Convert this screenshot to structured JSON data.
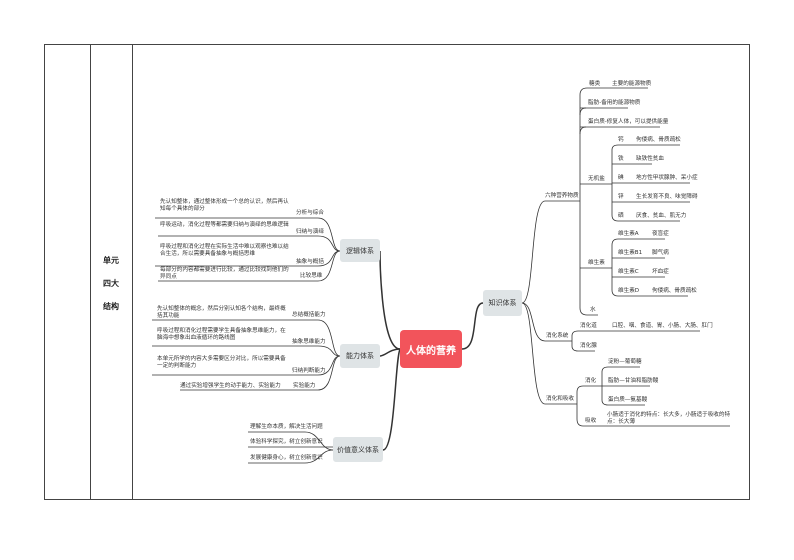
{
  "side": {
    "l1": "单元",
    "l2": "四大",
    "l3": "结构"
  },
  "center": "人体的营养",
  "logic": {
    "title": "逻辑体系",
    "items": [
      {
        "desc": "先认知整体，通过整体形成一个总的认识，然后再认知每个具体的部分",
        "label": "分析与综合"
      },
      {
        "desc": "呼吸运动，消化过程等都需要归纳与演绎的思维逻辑",
        "label": "归纳与演绎"
      },
      {
        "desc": "呼吸过程和消化过程在实际生活中难以观察也难以结合生活，所以需要具备抽象与概括思维",
        "label": "抽象与概括"
      },
      {
        "desc": "每部分的内容都需要进行比较，通过比较找到他们的异同点",
        "label": "比较思维"
      }
    ]
  },
  "ability": {
    "title": "能力体系",
    "items": [
      {
        "desc": "先认知整体的概念，然后分别认知各个结构，最终概括其功能",
        "label": "总结概括能力"
      },
      {
        "desc": "呼吸过程和消化过程需要学生具备抽象思维能力，在脑海中想象出血液循环的路线图",
        "label": "抽象思维能力"
      },
      {
        "desc": "本单元所学的内容大多需要区分对比，所以需要具备一定的判断能力",
        "label": "归纳判断能力"
      },
      {
        "desc": "通过实验增强学生的动手能力、实验能力",
        "label": "实验能力"
      }
    ]
  },
  "value": {
    "title": "价值意义体系",
    "items": [
      "理解生命本质，解决生活问题",
      "体验科学探究，树立创新意识",
      "发展健康身心，树立创新意识"
    ]
  },
  "knowledge": {
    "title": "知识体系",
    "nutrients": {
      "title": "六种营养物质",
      "sugar": {
        "name": "糖类",
        "desc": "主要的能源物质"
      },
      "fat": "脂肪-备用的能源物质",
      "protein": "蛋白质-修复人体，可以提供能量",
      "minerals": {
        "name": "无机盐",
        "items": [
          {
            "n": "钙",
            "d": "佝偻病、骨质疏松"
          },
          {
            "n": "铁",
            "d": "缺铁性贫血"
          },
          {
            "n": "碘",
            "d": "地方性甲状腺肿、呆小症"
          },
          {
            "n": "锌",
            "d": "生长发育不良、味觉障碍"
          },
          {
            "n": "硒",
            "d": "厌食、贫血、肌无力"
          }
        ]
      },
      "vitamins": {
        "name": "维生素",
        "items": [
          {
            "n": "维生素A",
            "d": "夜盲症"
          },
          {
            "n": "维生素B1",
            "d": "脚气病"
          },
          {
            "n": "维生素C",
            "d": "坏血症"
          },
          {
            "n": "维生素D",
            "d": "佝偻病、骨质疏松"
          }
        ]
      },
      "water": "水"
    },
    "system": {
      "title": "消化系统",
      "tract": "消化道",
      "tract_desc": "口腔、咽、食道、胃、小肠、大肠、肛门",
      "glands": "消化腺"
    },
    "digest": {
      "title": "消化和吸收",
      "digestion": "消化",
      "d_items": [
        "淀粉—葡萄糖",
        "脂肪—甘油和脂肪酸",
        "蛋白质—氨基酸"
      ],
      "absorption": "吸收",
      "absorption_desc": "小肠适于消化的特点：长大多，小肠适于吸收的特点：长大薄"
    }
  }
}
